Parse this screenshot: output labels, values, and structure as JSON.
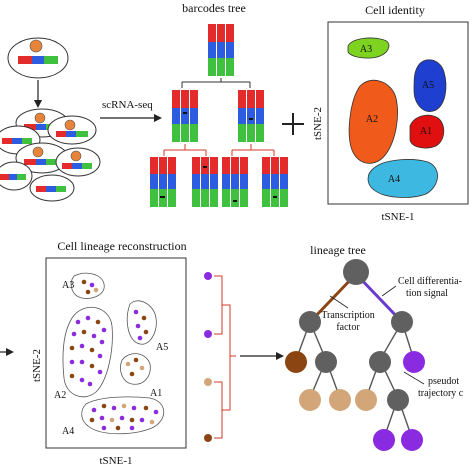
{
  "labels": {
    "barcodes_tree": "barcodes tree",
    "cell_identity": "Cell identity",
    "scrna_seq": "scRNA-seq",
    "tsne1": "tSNE-1",
    "tsne2": "tSNE-2",
    "lineage_reconstruction": "Cell lineage reconstruction",
    "lineage_tree": "lineage tree",
    "transcription_factor_1": "Transcription",
    "transcription_factor_2": "factor",
    "differentiation_signal_1": "Cell differentia-",
    "differentiation_signal_2": "tion signal",
    "pseudotime_1": "pseudot",
    "pseudotime_2": "trajectory c"
  },
  "clusters": {
    "a1": "A1",
    "a2": "A2",
    "a3": "A3",
    "a4": "A4",
    "a5": "A5"
  },
  "colors": {
    "a1": "#e01010",
    "a2": "#f05a1a",
    "a3": "#7ed321",
    "a4": "#3db8e0",
    "a5": "#1f3fd0",
    "purple": "#8a2be2",
    "brown": "#8b4513",
    "tan": "#d2a679",
    "gray": "#606060",
    "barcode_red": "#e32b2b",
    "barcode_blue": "#2d5ce0",
    "barcode_green": "#3fc03f",
    "tree_connector": "#d03a2a"
  }
}
